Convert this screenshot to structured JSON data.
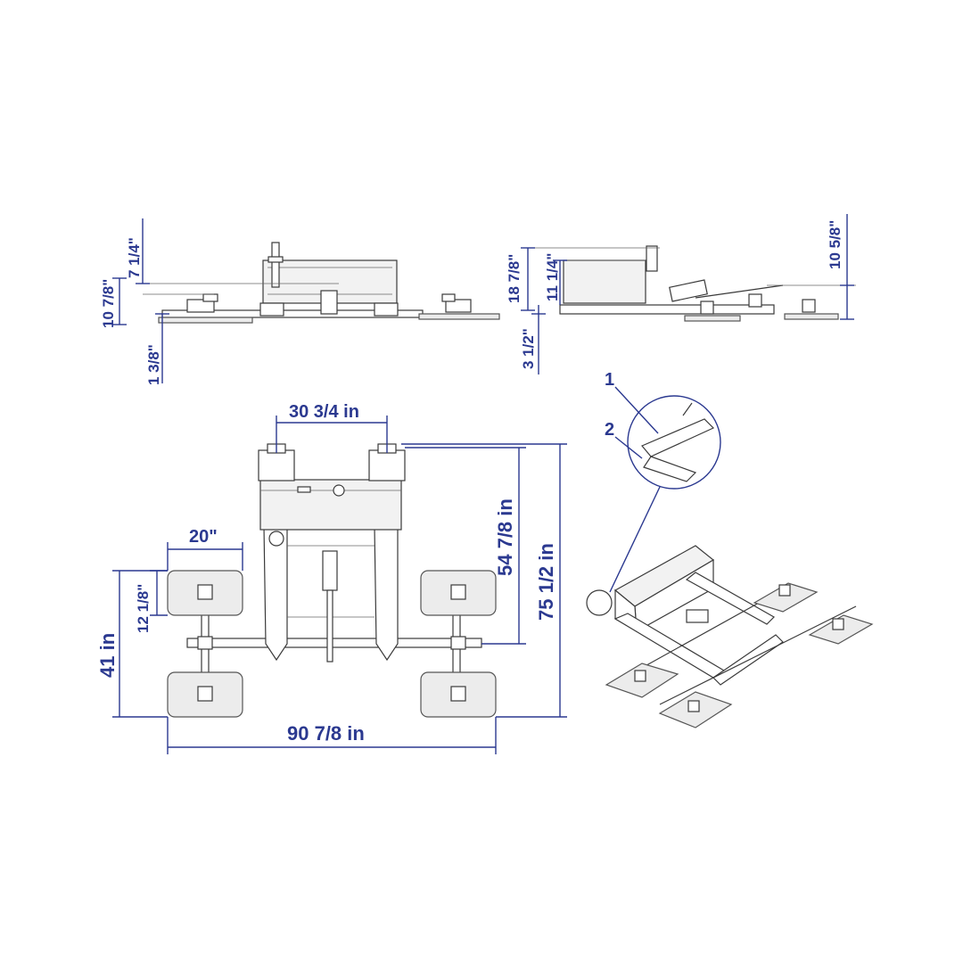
{
  "dimensions": {
    "side_left_overall": "10 7/8\"",
    "side_left_upper": "7 1/4\"",
    "side_left_bottom": "1 3/8\"",
    "side_right_overall": "18 7/8\"",
    "side_right_inner": "11 1/4\"",
    "side_right_bottom": "3 1/2\"",
    "side_right_far": "10 5/8\"",
    "top_width_frame": "30 3/4 in",
    "top_pad_width": "20\"",
    "top_pad_height": "12 1/8\"",
    "top_width_pads": "41 in",
    "top_length_frame": "54 7/8 in",
    "top_length_overall": "75 1/2 in",
    "top_total_width": "90 7/8 in"
  },
  "callouts": {
    "item_1": "1",
    "item_2": "2"
  },
  "colors": {
    "dimension": "#2b3990",
    "drawing": "#3a3a3a"
  }
}
